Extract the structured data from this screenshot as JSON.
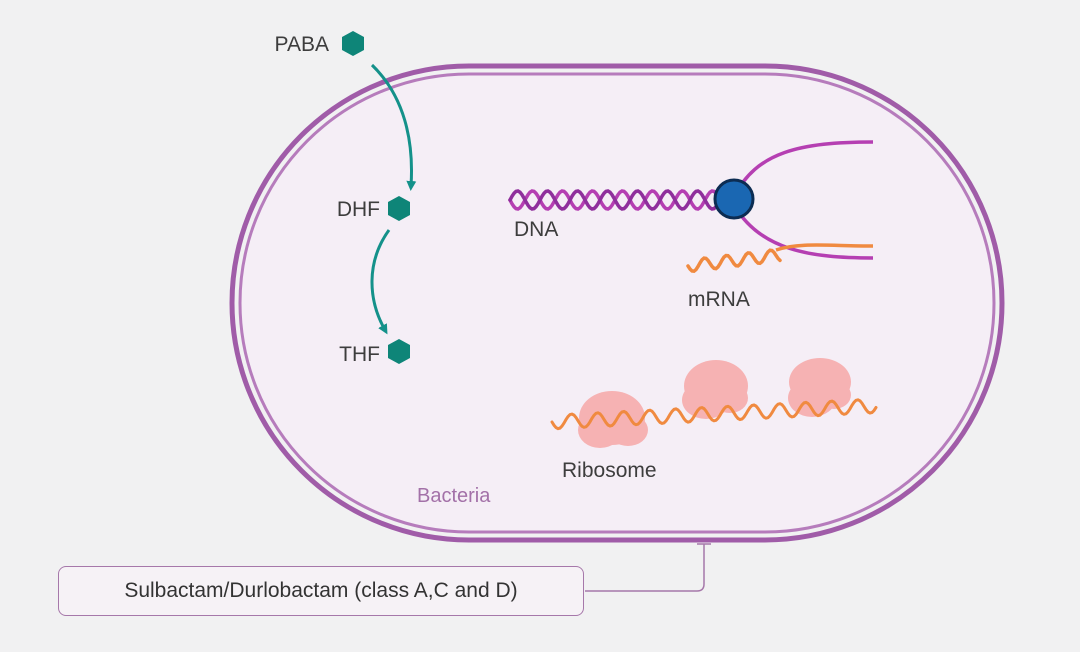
{
  "colors": {
    "background": "#f1f1f2",
    "cell_fill": "#f5eef6",
    "membrane": "#a05ca8",
    "teal": "#0e8578",
    "dna": "#b53fb2",
    "polymerase": "#1a67b2",
    "mrna": "#f08a40",
    "ribosome": "#f7a8a8",
    "box_border": "#a678aa"
  },
  "pathway": {
    "paba": "PABA",
    "dhf": "DHF",
    "thf": "THF",
    "molecule_icon": "hexagon-icon"
  },
  "cell": {
    "label": "Bacteria",
    "dna_label": "DNA",
    "mrna_label": "mRNA",
    "ribosome_label": "Ribosome"
  },
  "drug": {
    "label": "Sulbactam/Durlobactam (class A,C and D)"
  }
}
